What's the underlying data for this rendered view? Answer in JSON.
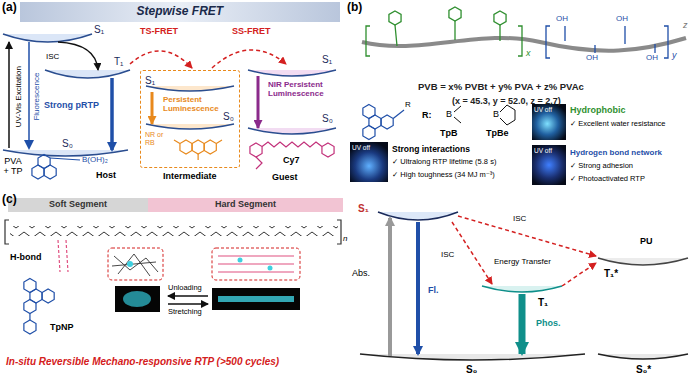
{
  "diagram": {
    "nodes": [
      {
        "text": [
          "Stepwise FRET"
        ]
      },
      {
        "text": [
          "S₁",
          "S₀",
          "Persistent Luminescence",
          "NR or RB",
          "Intermediate"
        ]
      },
      {
        "text": [
          "UV off"
        ]
      },
      {
        "text": [
          "UV off"
        ]
      },
      {
        "text": [
          "UV off"
        ]
      },
      {
        "text": [
          "Soft Segment"
        ]
      },
      {
        "text": [
          "Hard Segment"
        ]
      }
    ],
    "labels": [
      "(a)",
      "S₁",
      "ISC",
      "T₁",
      "UV-Vis Excitation",
      "Fluorescence",
      "Strong pRTP",
      "S₀",
      "PVA + TP",
      "B(OH)₂",
      "Host",
      "TS-FRET",
      "SS-FRET",
      "S₁",
      "NIR Persistent Luminescence",
      "S₀",
      "Cy7",
      "Guest",
      "(b)",
      "x",
      "y",
      "z",
      "OH",
      "OH",
      "OH",
      "OH",
      "PVB = x% PVBt + y% PVA + z% PVAc",
      "(x = 45.3, y = 52.0, z = 2.7)",
      "R",
      "R:",
      "B",
      "B",
      "TpB",
      "TpBe",
      "Hydrophobic",
      "✓ Excellent water resistance",
      "Strong interactions",
      "✓ Ultralong RTP lifetime (5.8 s)",
      "✓ High toughness (34 MJ m⁻³)",
      "Hydrogen bond network",
      "✓ Strong adhesion",
      "✓ Photoactivated RTP",
      "(c)",
      "H-bond",
      "TpNP",
      "Unloading",
      "Stretching",
      "In-situ Reversible Mechano-responsive RTP (>500 cycles)",
      "n",
      "S₁",
      "Abs.",
      "Fl.",
      "ISC",
      "ISC",
      "T₁",
      "Energy Transfer",
      "Phos.",
      "PU",
      "T₁*",
      "S₀",
      "S₀*"
    ]
  }
}
